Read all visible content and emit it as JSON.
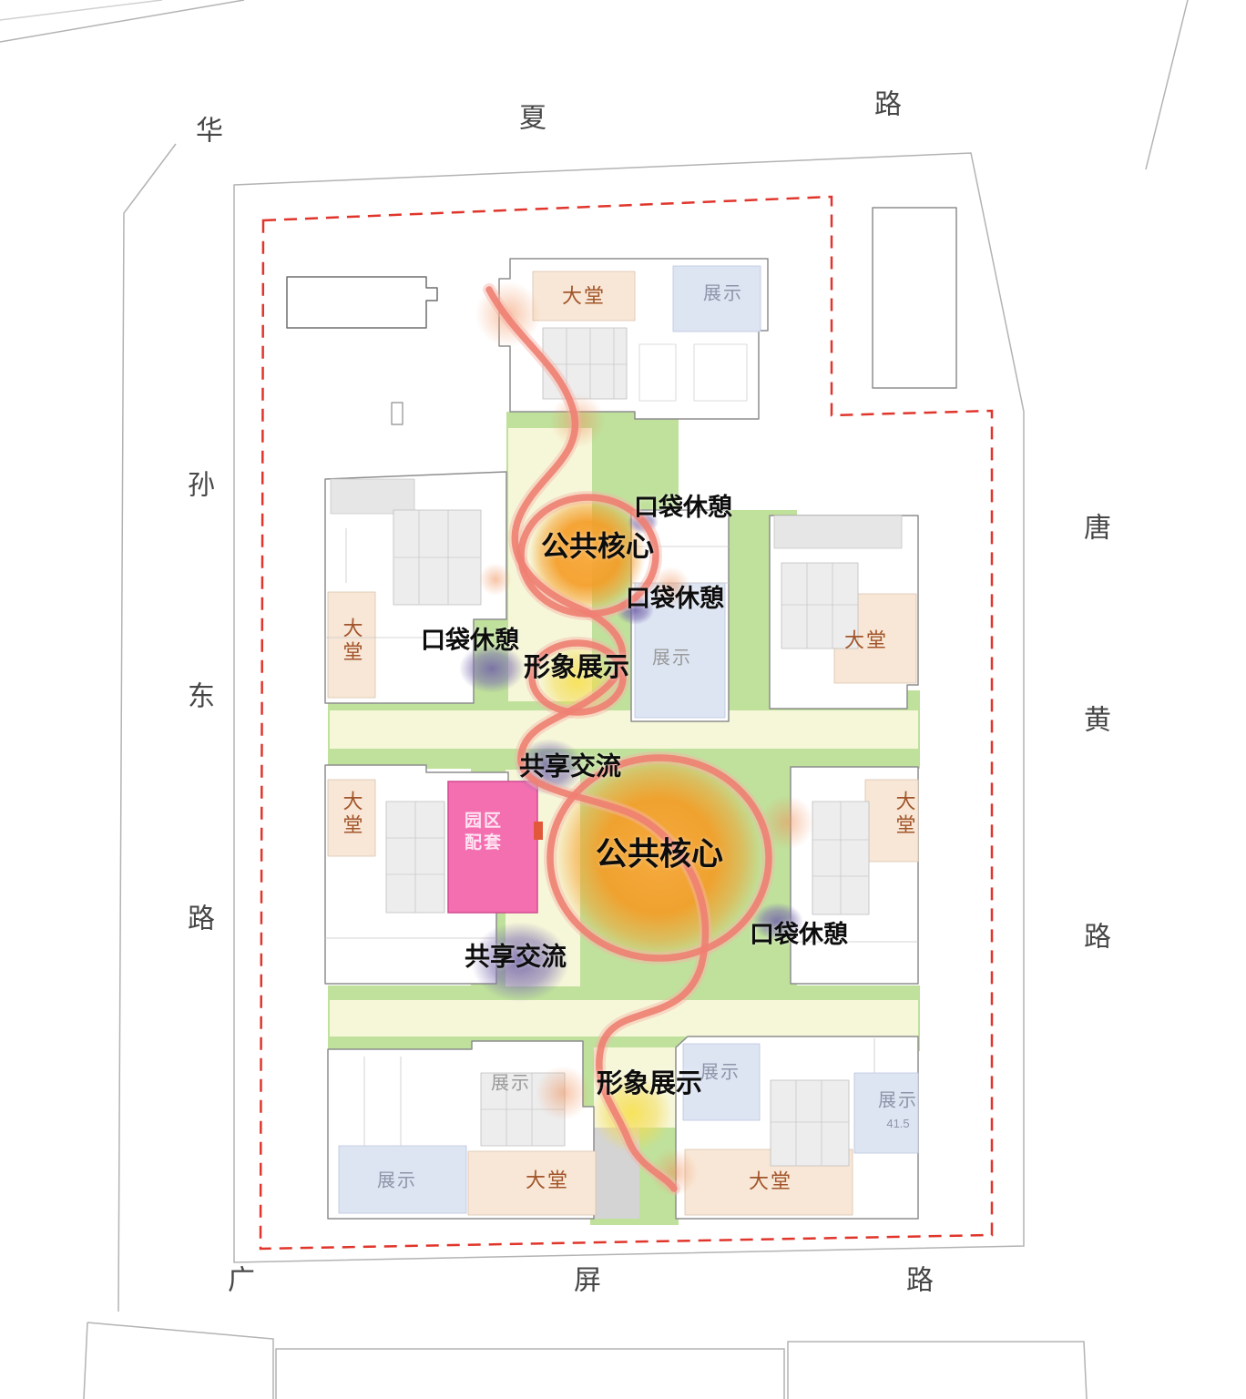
{
  "roads": {
    "top": [
      "华",
      "夏",
      "路"
    ],
    "left": [
      "孙",
      "东",
      "路"
    ],
    "right": [
      "唐",
      "黄",
      "路"
    ],
    "bottom": [
      "广",
      "屏",
      "路"
    ]
  },
  "annotations": {
    "public_core": "公共核心",
    "image_display": "形象展示",
    "shared_exchange": "共享交流",
    "pocket_rest": "口袋休憩",
    "park_amenity": [
      "园区",
      "配套"
    ]
  },
  "rooms": {
    "lobby": "大堂",
    "display": "展示",
    "area_value": "41.5"
  },
  "palette": {
    "boundary_red": "#e0352b",
    "circulation_salmon": "#ee7f72",
    "core_orange": "#f59b23",
    "rest_purple": "#7d6fb0",
    "display_yellow": "#f4d94e",
    "amenity_pink": "#f36fb0",
    "landscape_green": "#bfe19b",
    "path_cream": "#f6f7d9",
    "lobby_beige": "#f8e7d6",
    "display_blue": "#dde5f3"
  }
}
